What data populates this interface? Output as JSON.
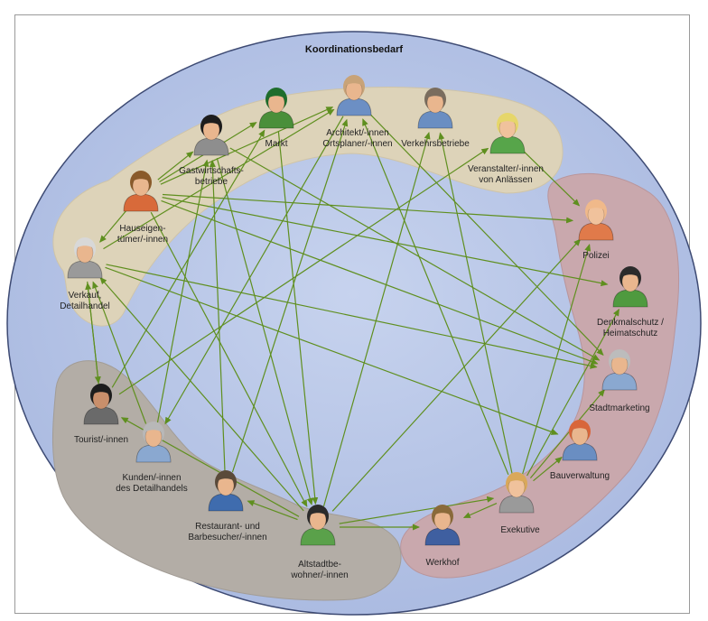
{
  "title": "Koordinationsbedarf",
  "colors": {
    "ellipse": "#b8c6e6",
    "ellipse_edge": "#3d4a73",
    "group_beige": "#ddd3b9",
    "group_red": "#c9a8ad",
    "group_gray": "#b3ada6",
    "arrow": "#5f8f1f"
  },
  "actors": [
    {
      "id": "markt",
      "lines": [
        "Markt"
      ],
      "hair": "#1f6d2c",
      "shirt": "#4a8f3a",
      "face": "#e9b68e"
    },
    {
      "id": "architekt",
      "lines": [
        "Architekt/-innen",
        "Ortsplaner/-innen"
      ],
      "hair": "#c8a378",
      "shirt": "#6c8fc4",
      "face": "#e9b68e"
    },
    {
      "id": "verkehrsbetriebe",
      "lines": [
        "Verkehrsbetriebe"
      ],
      "hair": "#7a6d5e",
      "shirt": "#6a8ec2",
      "face": "#e9b68e"
    },
    {
      "id": "veranstalter",
      "lines": [
        "Veranstalter/-innen",
        "von Anlässen"
      ],
      "hair": "#e6d66a",
      "shirt": "#57a54a",
      "face": "#f0c29c"
    },
    {
      "id": "gastwirtschaft",
      "lines": [
        "Gastwirtschafts-",
        "betriebe"
      ],
      "hair": "#1d1d1d",
      "shirt": "#8e8e8e",
      "face": "#e9b68e"
    },
    {
      "id": "hauseigentuemer",
      "lines": [
        "Hauseigen-",
        "tümer/-innen"
      ],
      "hair": "#8a5a2a",
      "shirt": "#d86a3a",
      "face": "#e9b68e"
    },
    {
      "id": "verkauf",
      "lines": [
        "Verkauf,",
        "Detailhandel"
      ],
      "hair": "#d8d8d8",
      "shirt": "#9a9a9a",
      "face": "#e9b68e"
    },
    {
      "id": "tourist",
      "lines": [
        "Tourist/-innen"
      ],
      "hair": "#1d1d1d",
      "shirt": "#6a6a6a",
      "face": "#c98f6b"
    },
    {
      "id": "kunden",
      "lines": [
        "Kunden/-innen",
        "des Detailhandels"
      ],
      "hair": "#b8b8b8",
      "shirt": "#8aa8d0",
      "face": "#e9b68e"
    },
    {
      "id": "restaurant",
      "lines": [
        "Restaurant- und",
        "Barbesucher/-innen"
      ],
      "hair": "#5a4a3a",
      "shirt": "#3f6cae",
      "face": "#e9b68e"
    },
    {
      "id": "altstadt",
      "lines": [
        "Altstadtbe-",
        "wohner/-innen"
      ],
      "hair": "#2b2b2b",
      "shirt": "#5aa14a",
      "face": "#e9b68e"
    },
    {
      "id": "werkhof",
      "lines": [
        "Werkhof"
      ],
      "hair": "#8a6a3a",
      "shirt": "#3f5fa0",
      "face": "#e9b68e"
    },
    {
      "id": "exekutive",
      "lines": [
        "Exekutive"
      ],
      "hair": "#d9a85a",
      "shirt": "#9a9a9a",
      "face": "#f0c29c"
    },
    {
      "id": "bauverwaltung",
      "lines": [
        "Bauverwaltung"
      ],
      "hair": "#d8663a",
      "shirt": "#6a8ec2",
      "face": "#e9b68e"
    },
    {
      "id": "stadtmarketing",
      "lines": [
        "Stadtmarketing"
      ],
      "hair": "#bcbcbc",
      "shirt": "#8aa8d0",
      "face": "#e9b68e"
    },
    {
      "id": "denkmalschutz",
      "lines": [
        "Denkmalschutz /",
        "Heimatschutz"
      ],
      "hair": "#2b2b2b",
      "shirt": "#4f9a3f",
      "face": "#e9b68e"
    },
    {
      "id": "polizei",
      "lines": [
        "Polizei"
      ],
      "hair": "#f0b98a",
      "shirt": "#e07a4a",
      "face": "#f0c29c"
    }
  ],
  "arrows": [
    [
      "hauseigentuemer",
      "gastwirtschaft"
    ],
    [
      "hauseigentuemer",
      "markt"
    ],
    [
      "hauseigentuemer",
      "architekt"
    ],
    [
      "hauseigentuemer",
      "verkauf"
    ],
    [
      "hauseigentuemer",
      "denkmalschutz"
    ],
    [
      "hauseigentuemer",
      "stadtmarketing"
    ],
    [
      "hauseigentuemer",
      "polizei"
    ],
    [
      "hauseigentuemer",
      "altstadt"
    ],
    [
      "verkauf",
      "architekt"
    ],
    [
      "verkauf",
      "tourist"
    ],
    [
      "verkauf",
      "stadtmarketing"
    ],
    [
      "verkauf",
      "bauverwaltung"
    ],
    [
      "tourist",
      "verkauf"
    ],
    [
      "tourist",
      "veranstalter"
    ],
    [
      "tourist",
      "markt"
    ],
    [
      "kunden",
      "verkauf"
    ],
    [
      "kunden",
      "gastwirtschaft"
    ],
    [
      "restaurant",
      "gastwirtschaft"
    ],
    [
      "restaurant",
      "architekt"
    ],
    [
      "altstadt",
      "restaurant"
    ],
    [
      "altstadt",
      "verkauf"
    ],
    [
      "altstadt",
      "tourist"
    ],
    [
      "altstadt",
      "verkehrsbetriebe"
    ],
    [
      "altstadt",
      "polizei"
    ],
    [
      "altstadt",
      "werkhof"
    ],
    [
      "altstadt",
      "exekutive"
    ],
    [
      "gastwirtschaft",
      "altstadt"
    ],
    [
      "markt",
      "altstadt"
    ],
    [
      "veranstalter",
      "polizei"
    ],
    [
      "exekutive",
      "architekt"
    ],
    [
      "exekutive",
      "verkehrsbetriebe"
    ],
    [
      "exekutive",
      "stadtmarketing"
    ],
    [
      "exekutive",
      "bauverwaltung"
    ],
    [
      "exekutive",
      "polizei"
    ],
    [
      "exekutive",
      "denkmalschutz"
    ],
    [
      "exekutive",
      "werkhof"
    ],
    [
      "architekt",
      "stadtmarketing"
    ],
    [
      "architekt",
      "kunden"
    ],
    [
      "gastwirtschaft",
      "stadtmarketing"
    ]
  ]
}
